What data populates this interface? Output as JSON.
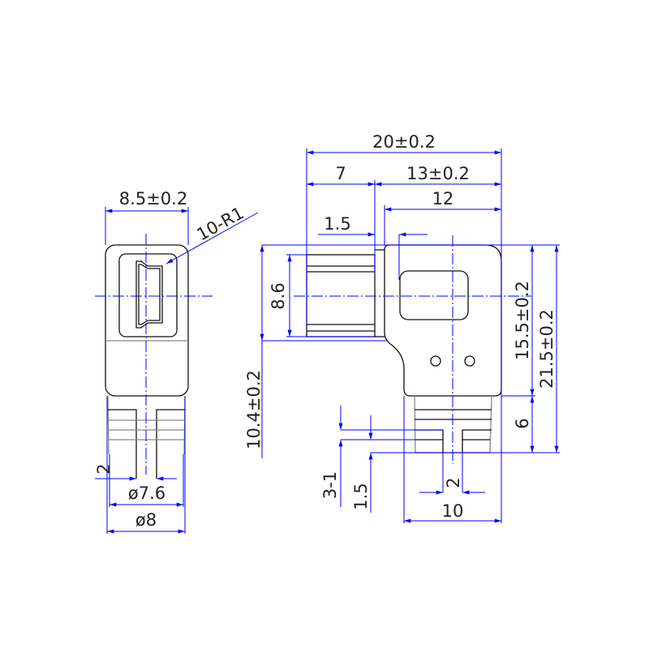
{
  "left_view": {
    "width_dim": "8.5±0.2",
    "radius_note": "10-R1",
    "slit_dim": "2",
    "inner_dia": "ø7.6",
    "outer_dia": "ø8"
  },
  "right_view": {
    "total_length": "20±0.2",
    "plug_length": "7",
    "body_length": "13±0.2",
    "body_inner": "12",
    "gap": "1.5",
    "plug_height": "8.6",
    "head_height": "10.4±0.2",
    "body_height": "15.5±0.2",
    "total_height": "21.5±0.2",
    "strain_relief": "6",
    "step_count": "3-1",
    "step_dim": "1.5",
    "slit_width": "2",
    "tail_width": "10"
  },
  "colors": {
    "outline": "#111111",
    "dimension": "#0000ff"
  }
}
